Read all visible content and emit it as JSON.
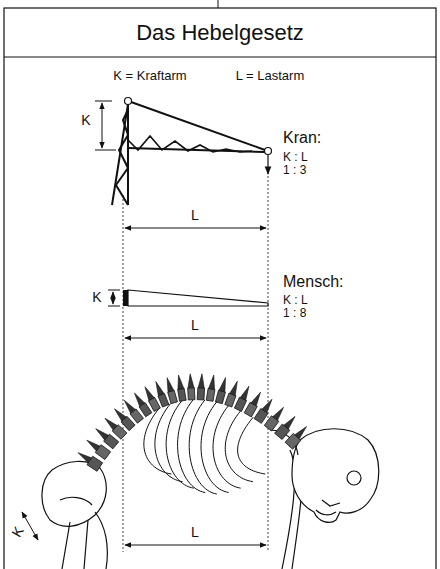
{
  "diagram": {
    "title": "Das Hebelgesetz",
    "labels": [
      "K = Kraftarm",
      "L = Lastarm",
      "K",
      "Kran:",
      "K : L",
      "1 : 3",
      "L",
      "K",
      "Mensch:",
      "K : L",
      "1 : 8",
      "L",
      "K",
      "L"
    ]
  }
}
